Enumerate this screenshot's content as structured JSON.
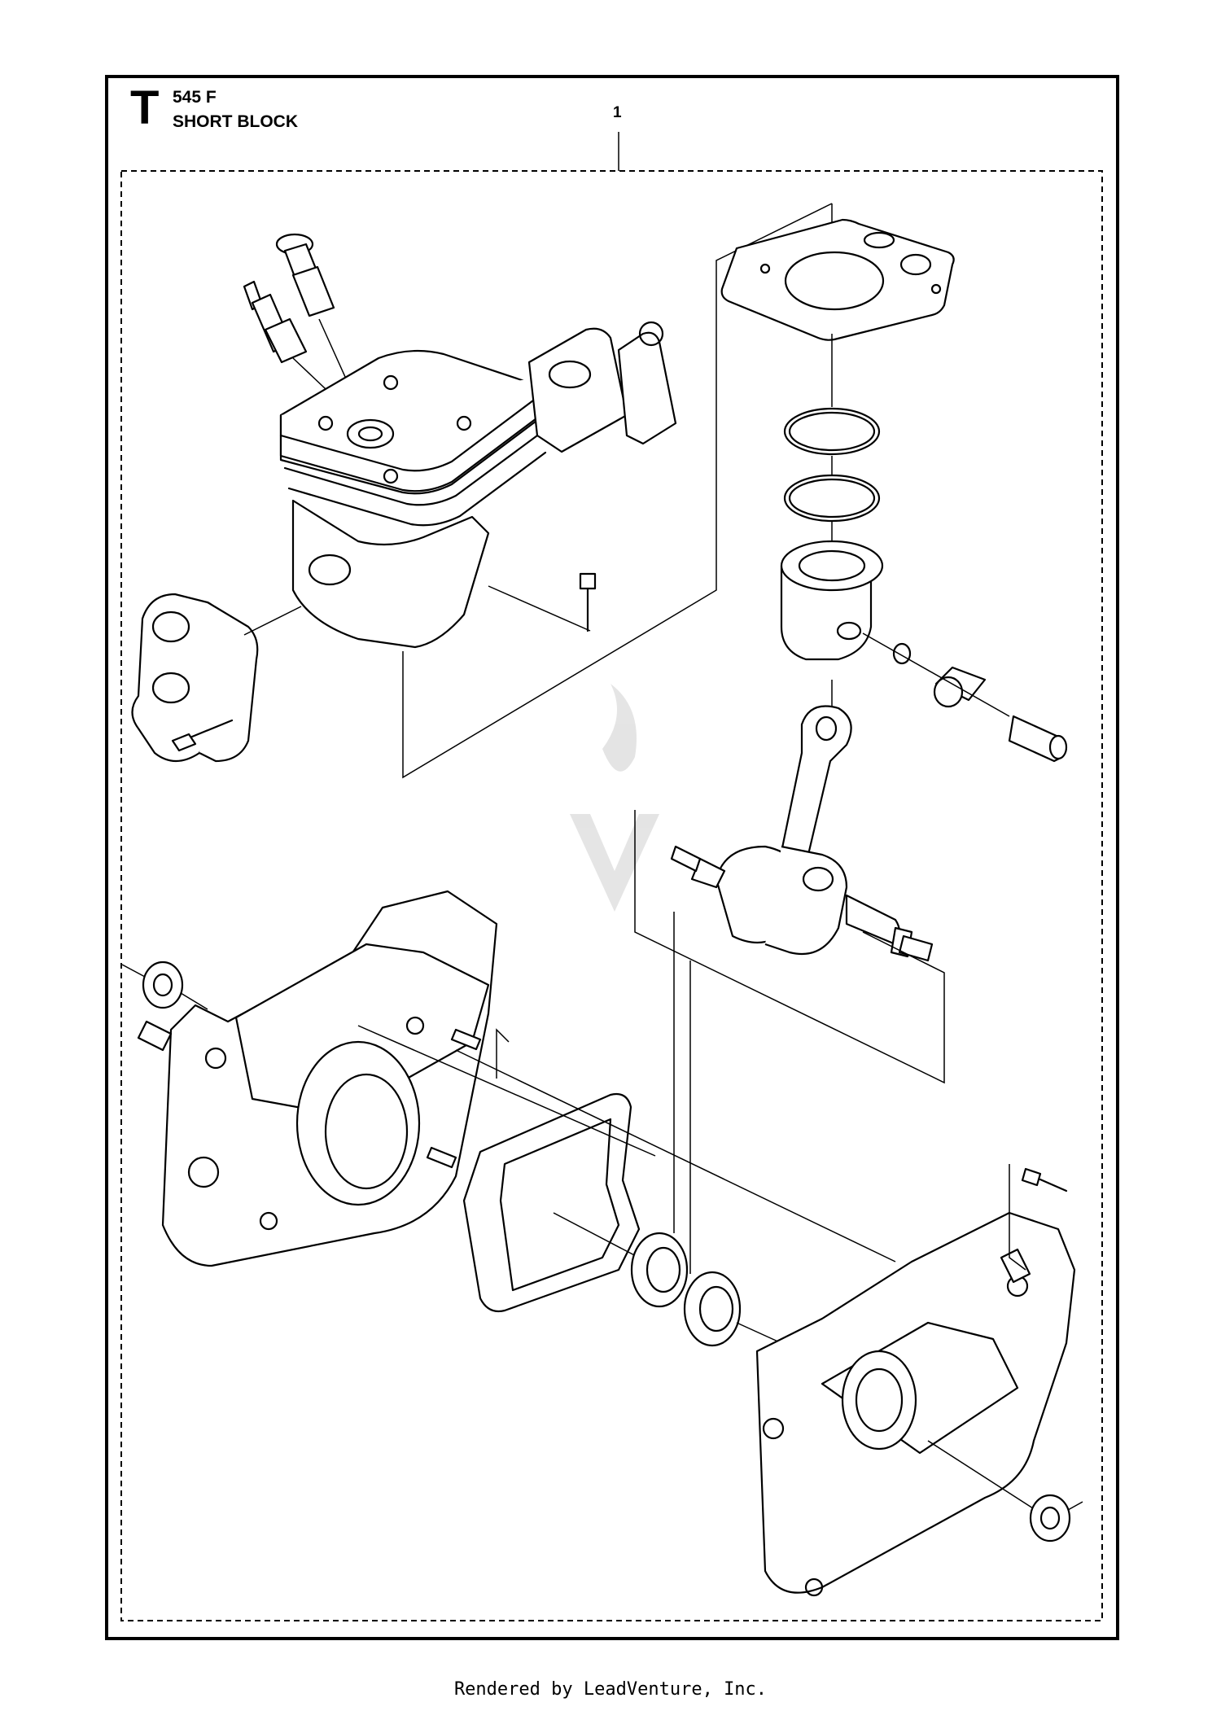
{
  "header": {
    "section_letter": "T",
    "model": "545 F",
    "title": "SHORT BLOCK"
  },
  "callouts": [
    {
      "number": "1"
    }
  ],
  "footer": {
    "rendered_by": "Rendered by LeadVenture, Inc."
  }
}
